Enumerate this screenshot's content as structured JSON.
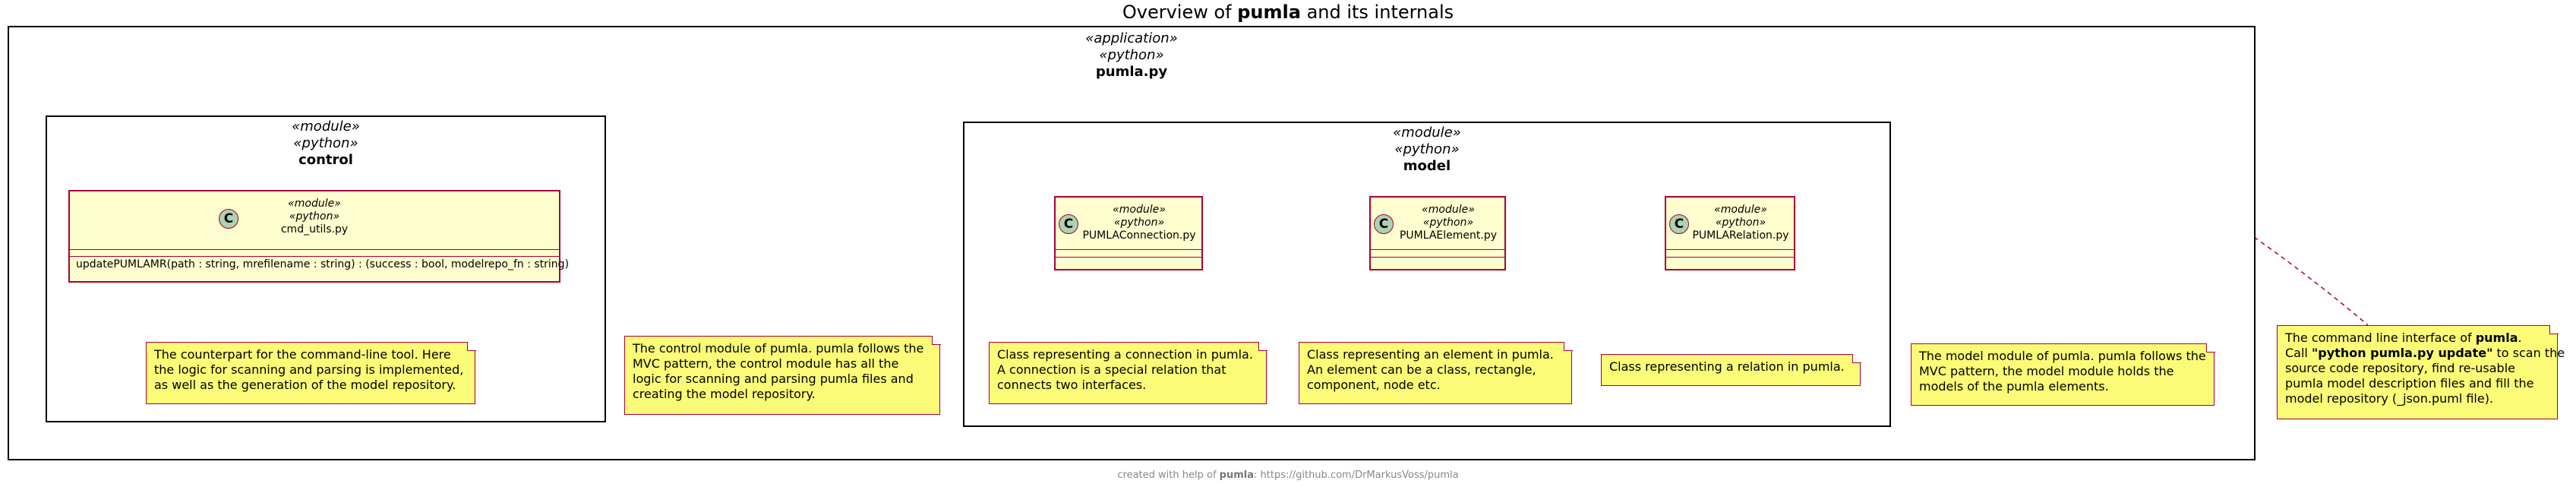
{
  "diagram_title": {
    "prefix": "Overview of ",
    "bold": "pumla",
    "suffix": " and its internals"
  },
  "app": {
    "stereo1": "«application»",
    "stereo2": "«python»",
    "name": "pumla.py"
  },
  "control": {
    "stereo1": "«module»",
    "stereo2": "«python»",
    "name": "control",
    "class": {
      "badge": "C",
      "stereo1": "«module»",
      "stereo2": "«python»",
      "name": "cmd_utils.py",
      "method": "updatePUMLAMR(path : string, mrefilename : string) : (success : bool, modelrepo_fn : string)"
    },
    "class_note": [
      "The counterpart for the command-line tool. Here",
      "the logic for scanning and parsing is implemented,",
      "as well as the generation of the model repository."
    ]
  },
  "control_note": [
    "The control module of pumla. pumla follows the",
    "MVC pattern, the control module has all the",
    "logic for scanning and parsing pumla files and",
    "creating the model repository."
  ],
  "model": {
    "stereo1": "«module»",
    "stereo2": "«python»",
    "name": "model",
    "classes": [
      {
        "badge": "C",
        "stereo1": "«module»",
        "stereo2": "«python»",
        "name": "PUMLAConnection.py",
        "note": [
          "Class representing a connection in pumla.",
          "A connection is a special relation that",
          "connects two interfaces."
        ]
      },
      {
        "badge": "C",
        "stereo1": "«module»",
        "stereo2": "«python»",
        "name": "PUMLAElement.py",
        "note": [
          "Class representing an element in pumla.",
          "An element can be a class, rectangle,",
          "component, node etc."
        ]
      },
      {
        "badge": "C",
        "stereo1": "«module»",
        "stereo2": "«python»",
        "name": "PUMLARelation.py",
        "note": [
          "Class representing a relation in pumla."
        ]
      }
    ]
  },
  "model_note": [
    "The model module of pumla. pumla follows the",
    "MVC pattern, the model module holds  the",
    "models of the pumla elements."
  ],
  "app_note": {
    "l1_pre": "The command line interface of ",
    "l1_bold": "pumla",
    "l1_post": ".",
    "l2_pre": "Call ",
    "l2_bold": "\"python pumla.py update\"",
    "l2_post": " to scan the",
    "l3": "source code repository, find re-usable",
    "l4": "pumla model description files and fill the",
    "l5": "model repository (_json.puml file)."
  },
  "footer": {
    "pre": "created with help of ",
    "bold": "pumla",
    "post": ": https://github.com/DrMarkusVoss/pumla"
  },
  "colors": {
    "class_fill": "#fefece",
    "class_border": "#a80036",
    "note_fill": "#fbfb77",
    "badge": "#add1b2"
  }
}
